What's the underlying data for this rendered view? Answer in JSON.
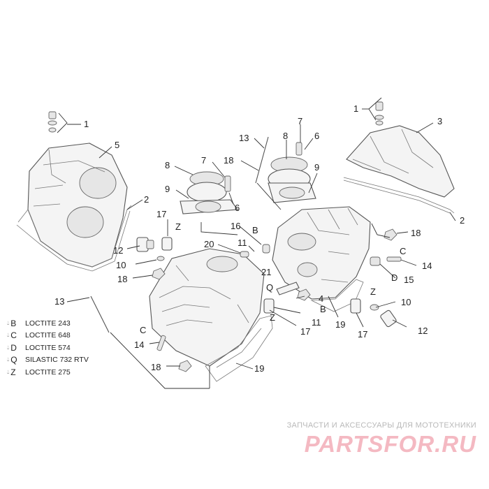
{
  "callouts": [
    {
      "id": "c1a",
      "text": "1"
    },
    {
      "id": "c5",
      "text": "5"
    },
    {
      "id": "c2a",
      "text": "2"
    },
    {
      "id": "c1b",
      "text": "1"
    },
    {
      "id": "c3",
      "text": "3"
    },
    {
      "id": "c2b",
      "text": "2"
    },
    {
      "id": "c13a",
      "text": "13"
    },
    {
      "id": "c7a",
      "text": "7"
    },
    {
      "id": "c8a",
      "text": "8"
    },
    {
      "id": "c6a",
      "text": "6"
    },
    {
      "id": "c18a",
      "text": "18"
    },
    {
      "id": "c9a",
      "text": "9"
    },
    {
      "id": "c7b",
      "text": "7"
    },
    {
      "id": "c8b",
      "text": "8"
    },
    {
      "id": "c9b",
      "text": "9"
    },
    {
      "id": "c6b",
      "text": "6"
    },
    {
      "id": "c17a",
      "text": "17"
    },
    {
      "id": "cZa",
      "text": "Z"
    },
    {
      "id": "c16",
      "text": "16"
    },
    {
      "id": "cBa",
      "text": "B"
    },
    {
      "id": "c18b",
      "text": "18"
    },
    {
      "id": "c12a",
      "text": "12"
    },
    {
      "id": "c20",
      "text": "20"
    },
    {
      "id": "c11a",
      "text": "11"
    },
    {
      "id": "c10a",
      "text": "10"
    },
    {
      "id": "cCa",
      "text": "C"
    },
    {
      "id": "c14a",
      "text": "14"
    },
    {
      "id": "c18c",
      "text": "18"
    },
    {
      "id": "c21",
      "text": "21"
    },
    {
      "id": "cD",
      "text": "D"
    },
    {
      "id": "c15",
      "text": "15"
    },
    {
      "id": "cQ",
      "text": "Q"
    },
    {
      "id": "c4",
      "text": "4"
    },
    {
      "id": "cZb",
      "text": "Z"
    },
    {
      "id": "cBb",
      "text": "B"
    },
    {
      "id": "c10b",
      "text": "10"
    },
    {
      "id": "c13b",
      "text": "13"
    },
    {
      "id": "cZc",
      "text": "Z"
    },
    {
      "id": "c11b",
      "text": "11"
    },
    {
      "id": "c17b",
      "text": "17"
    },
    {
      "id": "c19a",
      "text": "19"
    },
    {
      "id": "c17c",
      "text": "17"
    },
    {
      "id": "c12b",
      "text": "12"
    },
    {
      "id": "cCb",
      "text": "C"
    },
    {
      "id": "c14b",
      "text": "14"
    },
    {
      "id": "c18d",
      "text": "18"
    },
    {
      "id": "c19b",
      "text": "19"
    }
  ],
  "legend": [
    {
      "key": "B",
      "label": "LOCTITE 243"
    },
    {
      "key": "C",
      "label": "LOCTITE 648"
    },
    {
      "key": "D",
      "label": "LOCTITE 574"
    },
    {
      "key": "Q",
      "label": "SILASTIC 732 RTV"
    },
    {
      "key": "Z",
      "label": "LOCTITE 275"
    }
  ],
  "watermark": {
    "tagline": "ЗАПЧАСТИ И АКСЕССУАРЫ ДЛЯ МОТОТЕХНИКИ",
    "logo": "PARTSFOR.RU"
  },
  "colors": {
    "line": "#333333",
    "logo": "#f4b9c2",
    "tagline": "#b9b9b9"
  }
}
